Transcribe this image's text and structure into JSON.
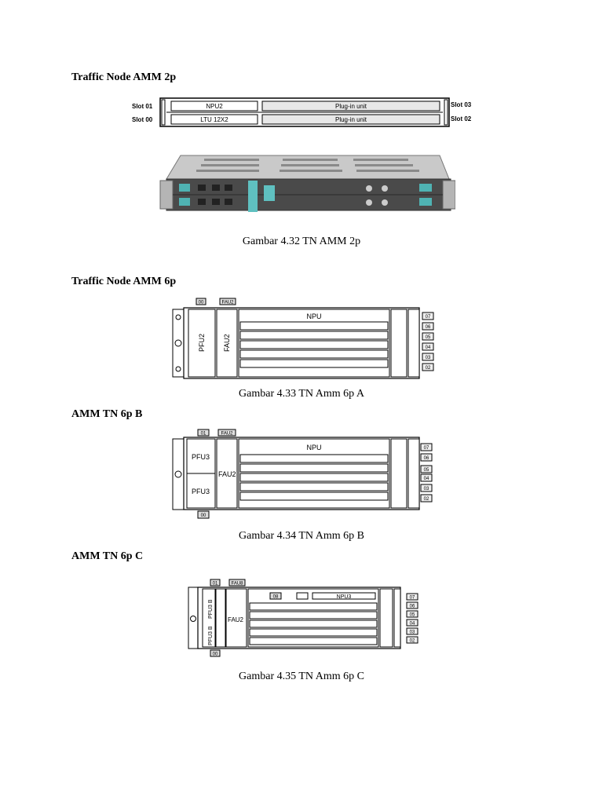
{
  "sections": [
    {
      "heading": "Traffic Node AMM 2p",
      "caption": "Gambar 4.32 TN AMM 2p",
      "diagram": {
        "slots_left": [
          "Slot 01",
          "Slot 00"
        ],
        "slots_right": [
          "Slot 03",
          "Slot 02"
        ],
        "units": [
          "NPU2",
          "LTU 12X2",
          "Plug-in unit",
          "Plug-in unit"
        ]
      }
    },
    {
      "heading": "Traffic Node AMM 6p",
      "caption": "Gambar 4.33 TN Amm 6p A",
      "diagram": {
        "top_tags": [
          "00",
          "FAU2"
        ],
        "vertical_units": [
          "PFU2",
          "FAU2"
        ],
        "main_unit": "NPU",
        "right_slots": [
          "07",
          "06",
          "05",
          "04",
          "03",
          "02"
        ]
      }
    },
    {
      "heading": "AMM TN 6p B",
      "caption": "Gambar 4.34 TN Amm 6p B",
      "diagram": {
        "top_tags": [
          "01",
          "FAU2"
        ],
        "bottom_tag": "00",
        "units": [
          "PFU3",
          "PFU3",
          "FAU2"
        ],
        "main_unit": "NPU",
        "right_slots": [
          "07",
          "06",
          "05",
          "04",
          "03",
          "02"
        ]
      }
    },
    {
      "heading": "AMM TN 6p C",
      "caption": "Gambar 4.35 TN Amm 6p C",
      "diagram": {
        "top_tags": [
          "01",
          "FAU8"
        ],
        "bottom_tag": "00",
        "vertical_units": [
          "PFU3 B",
          "PFU3 B"
        ],
        "side_unit": "FAU2",
        "inner_tag": "08",
        "main_unit": "NPU3",
        "right_slots": [
          "07",
          "06",
          "05",
          "04",
          "03",
          "02"
        ]
      }
    }
  ]
}
